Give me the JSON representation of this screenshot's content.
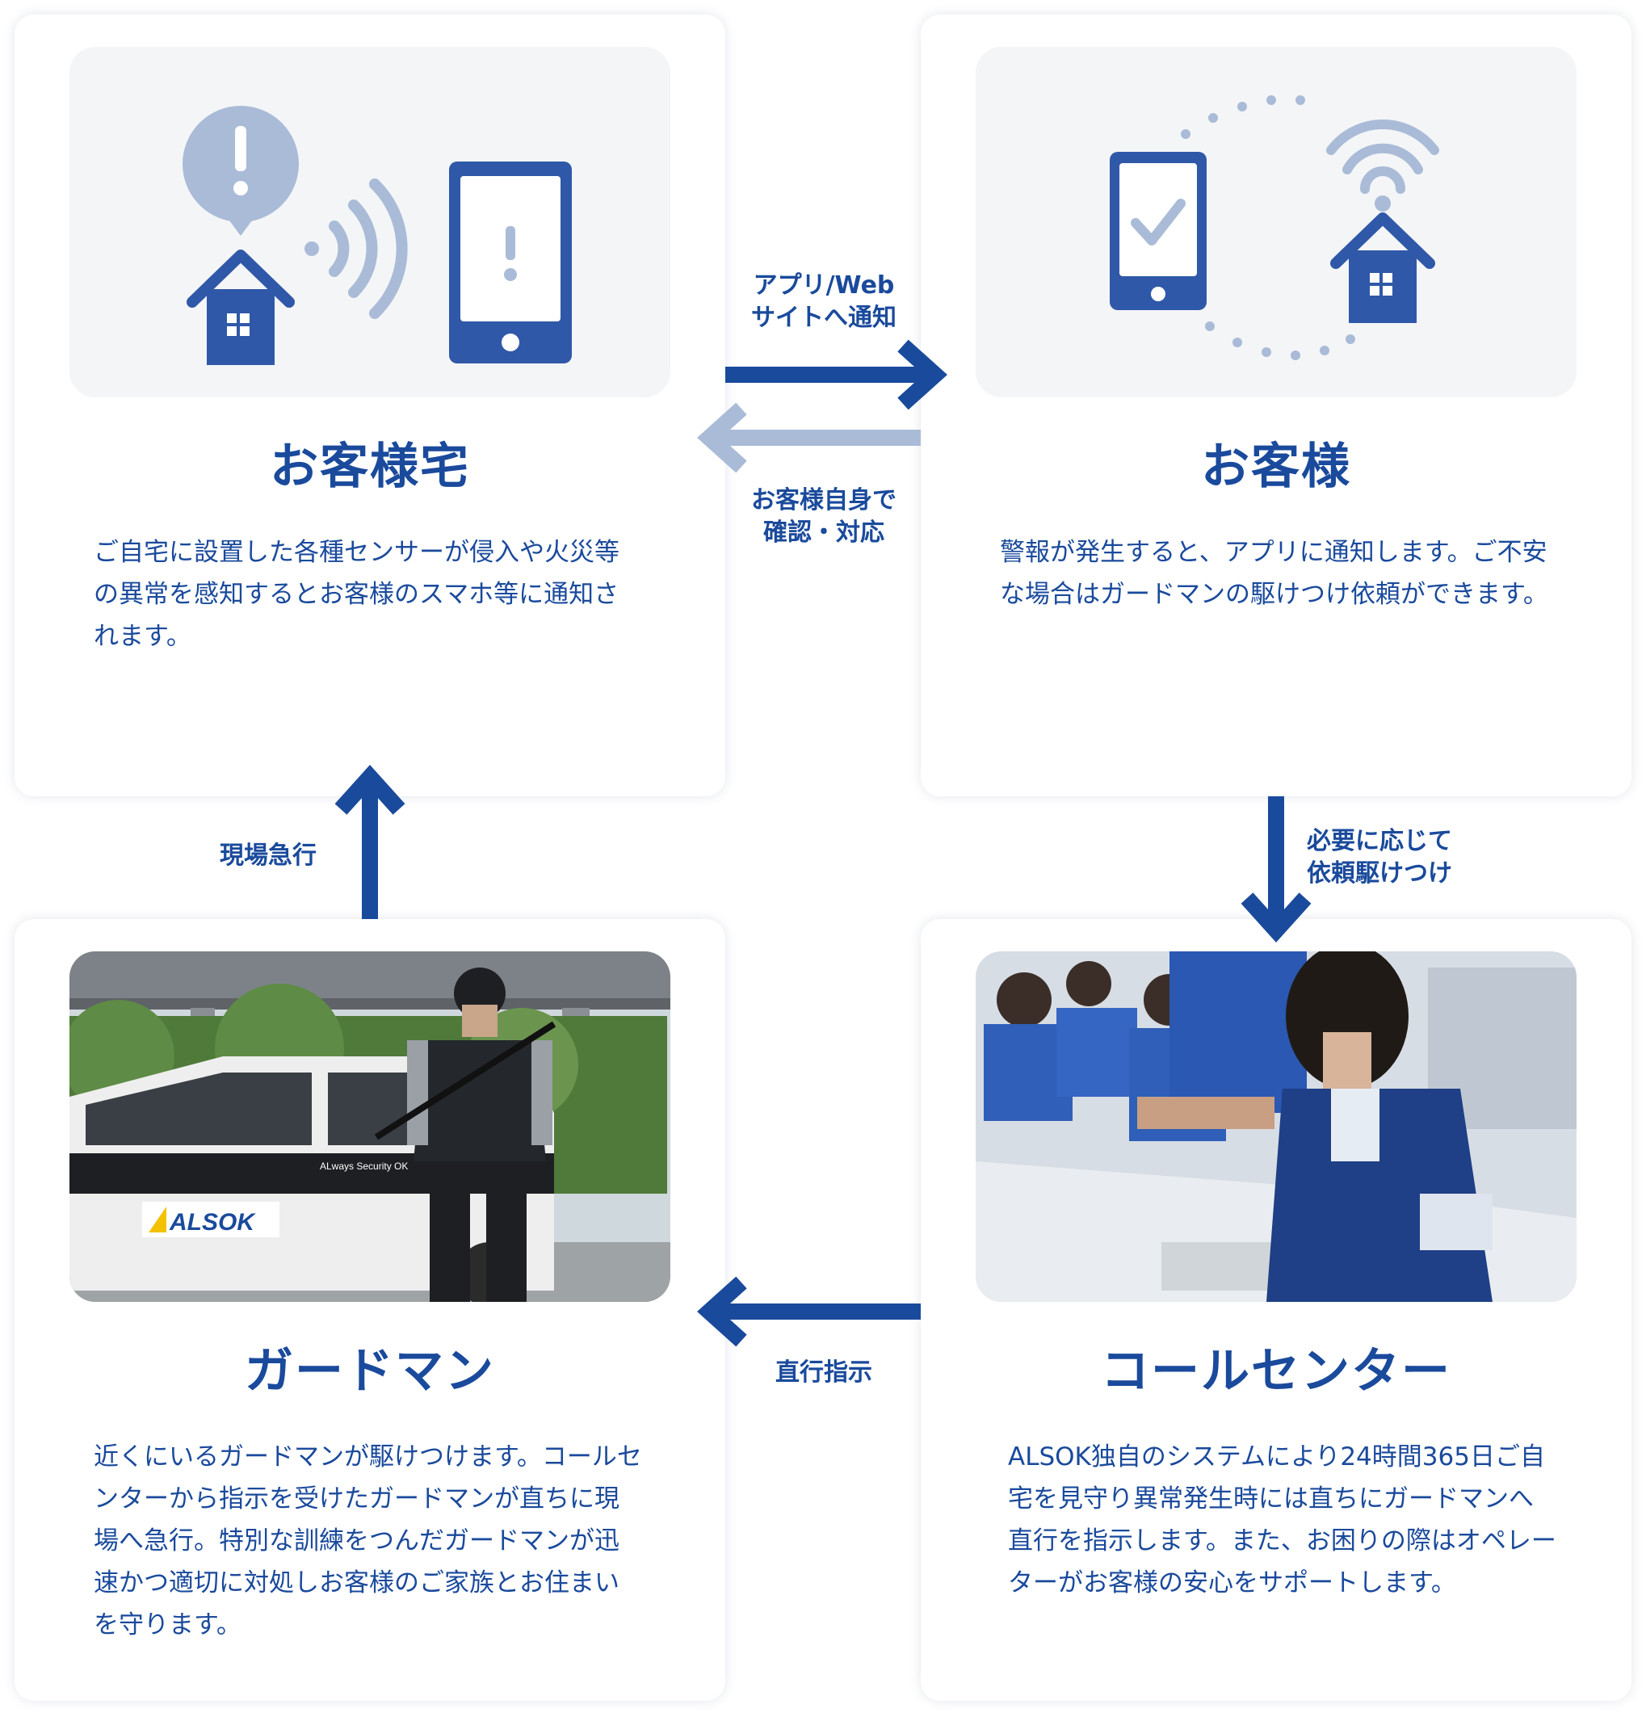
{
  "cards": {
    "home": {
      "title": "お客様宅",
      "desc": "ご自宅に設置した各種センサーが侵入や火災等の異常を感知するとお客様のスマホ等に通知されます。"
    },
    "customer": {
      "title": "お客様",
      "desc": "警報が発生すると、アプリに通知します。ご不安な場合はガードマンの駆けつけ依頼ができます。"
    },
    "guard": {
      "title": "ガードマン",
      "desc": "近くにいるガードマンが駆けつけます。コールセンターから指示を受けたガードマンが直ちに現場へ急行。特別な訓練をつんだガードマンが迅速かつ適切に対処しお客様のご家族とお住まいを守ります。",
      "car_brand": "ALSOK",
      "car_slogan": "ALways Security OK"
    },
    "callcenter": {
      "title": "コールセンター",
      "desc": "ALSOK独自のシステムにより24時間365日ご自宅を見守り異常発生時には直ちにガードマンへ直行を指示します。また、お困りの際はオペレーターがお客様の安心をサポートします。"
    }
  },
  "arrows": {
    "notify": "アプリ/Web\nサイトへ通知",
    "confirm": "お客様自身で\n確認・対応",
    "request": "必要に応じて\n依頼駆けつけ",
    "dispatch": "直行指示",
    "rush": "現場急行"
  },
  "colors": {
    "primary": "#1a4a9c",
    "icon_blue": "#2f58a8",
    "light_blue": "#a9bbd7",
    "panel_bg": "#f4f5f7"
  }
}
